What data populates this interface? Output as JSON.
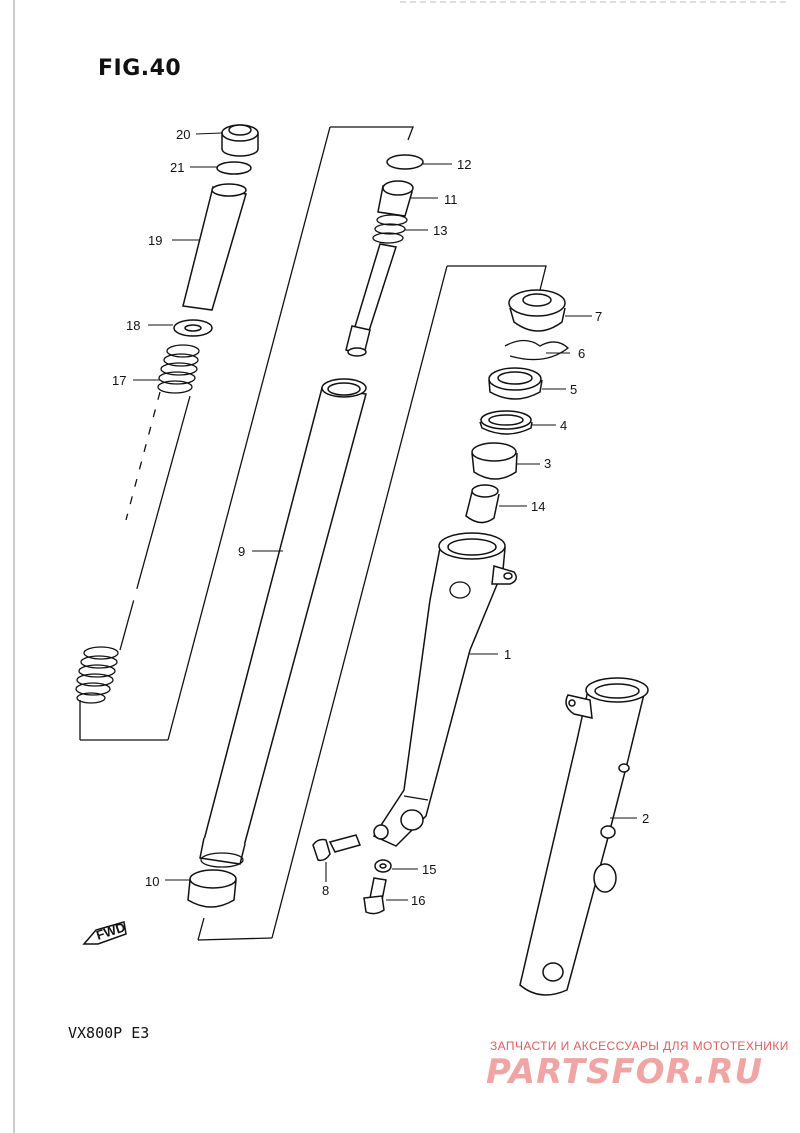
{
  "figure": {
    "title": "FIG.40",
    "model": "VX800P  E3"
  },
  "watermark": {
    "caption": "ЗАПЧАСТИ И АКСЕССУАРЫ ДЛЯ МОТОТЕХНИКИ",
    "brand": "PARTSFOR.RU",
    "color": "#e65a5a"
  },
  "fwd_label": "FWD",
  "callouts": [
    {
      "id": "c1",
      "label": "1"
    },
    {
      "id": "c2",
      "label": "2"
    },
    {
      "id": "c3",
      "label": "3"
    },
    {
      "id": "c4",
      "label": "4"
    },
    {
      "id": "c5",
      "label": "5"
    },
    {
      "id": "c6",
      "label": "6"
    },
    {
      "id": "c7",
      "label": "7"
    },
    {
      "id": "c8",
      "label": "8"
    },
    {
      "id": "c9",
      "label": "9"
    },
    {
      "id": "c10",
      "label": "10"
    },
    {
      "id": "c11",
      "label": "11"
    },
    {
      "id": "c12",
      "label": "12"
    },
    {
      "id": "c13",
      "label": "13"
    },
    {
      "id": "c14",
      "label": "14"
    },
    {
      "id": "c15",
      "label": "15"
    },
    {
      "id": "c16",
      "label": "16"
    },
    {
      "id": "c17",
      "label": "17"
    },
    {
      "id": "c18",
      "label": "18"
    },
    {
      "id": "c19",
      "label": "19"
    },
    {
      "id": "c20",
      "label": "20"
    },
    {
      "id": "c21",
      "label": "21"
    }
  ]
}
